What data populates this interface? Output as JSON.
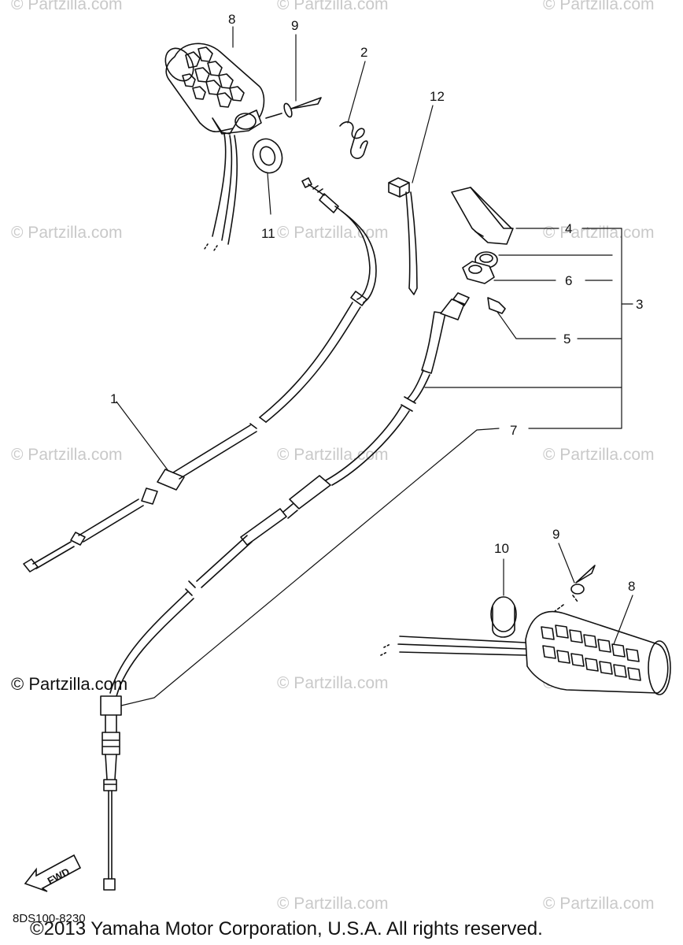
{
  "watermark": "© Partzilla.com",
  "diagram_code": "8DS100-8230",
  "copyright": "©2013  Yamaha Motor Corporation, U.S.A. All rights reserved.",
  "fwd_label": "FWD",
  "callouts": {
    "c1": "1",
    "c2": "2",
    "c3": "3",
    "c4": "4",
    "c5": "5",
    "c6": "6",
    "c7": "7",
    "c8_top": "8",
    "c8_bottom": "8",
    "c9_top": "9",
    "c9_bottom": "9",
    "c10": "10",
    "c11": "11",
    "c12": "12"
  }
}
